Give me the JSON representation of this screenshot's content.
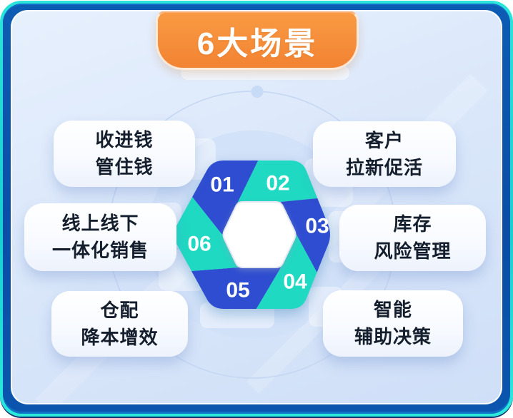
{
  "header": {
    "title": "6大场景"
  },
  "hexagon": {
    "segments": [
      {
        "number": "01",
        "color": "#2F4DD0"
      },
      {
        "number": "02",
        "color": "#1FD9C2"
      },
      {
        "number": "03",
        "color": "#2F4DD0"
      },
      {
        "number": "04",
        "color": "#1FD9C2"
      },
      {
        "number": "05",
        "color": "#2F4DD0"
      },
      {
        "number": "06",
        "color": "#1FD9C2"
      }
    ]
  },
  "cards": [
    {
      "lines": [
        "收进钱",
        "管住钱"
      ]
    },
    {
      "lines": [
        "客户",
        "拉新促活"
      ]
    },
    {
      "lines": [
        "线上线下",
        "一体化销售"
      ]
    },
    {
      "lines": [
        "库存",
        "风险管理"
      ]
    },
    {
      "lines": [
        "仓配",
        "降本增效"
      ]
    },
    {
      "lines": [
        "智能",
        "辅助决策"
      ]
    }
  ],
  "colors": {
    "frame_cyan": "#1FDCD4",
    "frame_blue": "#0A51A8",
    "header_orange": "#F68D3A",
    "hex_blue": "#2F4DD0",
    "hex_teal": "#1FD9C2"
  }
}
